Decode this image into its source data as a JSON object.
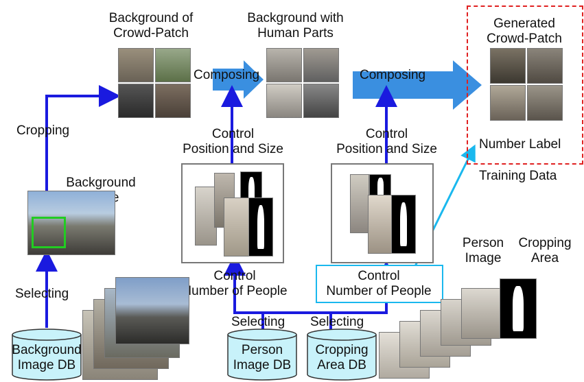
{
  "labels": {
    "bg_crowd_patch": [
      "Background of",
      "Crowd-Patch"
    ],
    "bg_human_parts": [
      "Background with",
      "Human Parts"
    ],
    "generated_patch": [
      "Generated",
      "Crowd-Patch"
    ],
    "composing_1": "Composing",
    "composing_2": "Composing",
    "cropping": "Cropping",
    "control_pos_1": [
      "Control",
      "Position and Size"
    ],
    "control_pos_2": [
      "Control",
      "Position and Size"
    ],
    "number_label": "Number Label",
    "training_data": "Training Data",
    "background_image": [
      "Background",
      "Image"
    ],
    "person_image": [
      "Person",
      "Image"
    ],
    "cropping_area": [
      "Cropping",
      "Area"
    ],
    "control_people_1": [
      "Control",
      "Number of People"
    ],
    "control_people_2": [
      "Control",
      "Number of People"
    ],
    "selecting_1": "Selecting",
    "selecting_2": "Selecting",
    "selecting_3": "Selecting"
  },
  "databases": {
    "background_db": [
      "Background",
      "Image DB"
    ],
    "person_db": [
      "Person",
      "Image DB"
    ],
    "cropping_db": [
      "Cropping",
      "Area DB"
    ]
  },
  "colors": {
    "dark_arrow": "#1a1adf",
    "light_arrow": "#1ab8ee",
    "composing_arrow": "#3a8fe0",
    "training_border": "#e02020",
    "db_fill": "#c8f2fa",
    "crop_box": "#22cc22"
  }
}
